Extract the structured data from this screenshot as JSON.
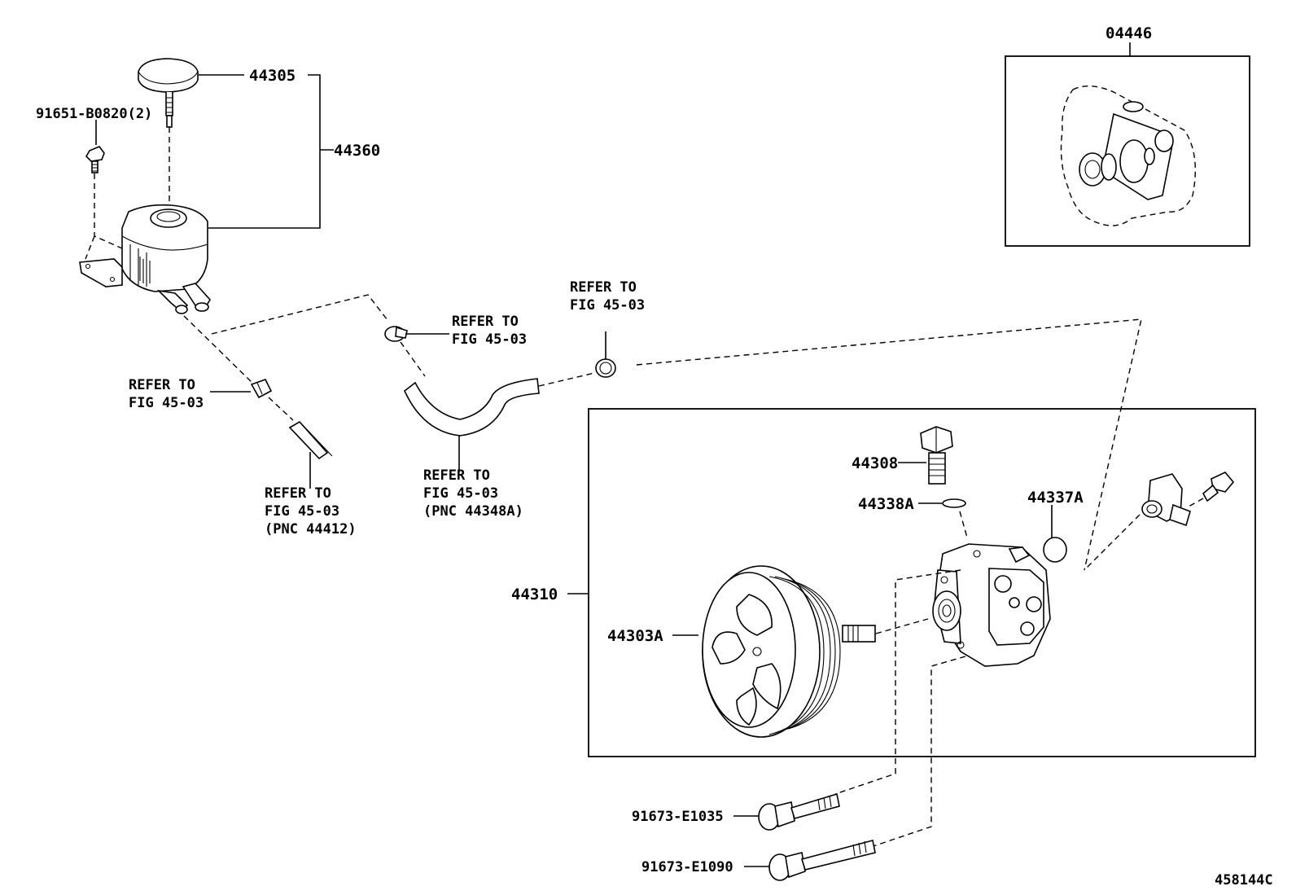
{
  "diagram_id": "458144C",
  "part_numbers": {
    "p44305": "44305",
    "p44360": "44360",
    "p91651": "91651-B0820(2)",
    "p04446": "04446",
    "p44308": "44308",
    "p44338A": "44338A",
    "p44337A": "44337A",
    "p44310": "44310",
    "p44303A": "44303A",
    "p91673a": "91673-E1035",
    "p91673b": "91673-E1090"
  },
  "references": {
    "ref_left": [
      "REFER TO",
      "FIG 45-03"
    ],
    "ref_clamp_mid": [
      "REFER TO",
      "FIG 45-03"
    ],
    "ref_clamp_top": [
      "REFER TO",
      "FIG 45-03"
    ],
    "ref_hose_left": [
      "REFER TO",
      "FIG 45-03",
      "(PNC 44412)"
    ],
    "ref_hose_mid": [
      "REFER TO",
      "FIG 45-03",
      "(PNC 44348A)"
    ]
  }
}
